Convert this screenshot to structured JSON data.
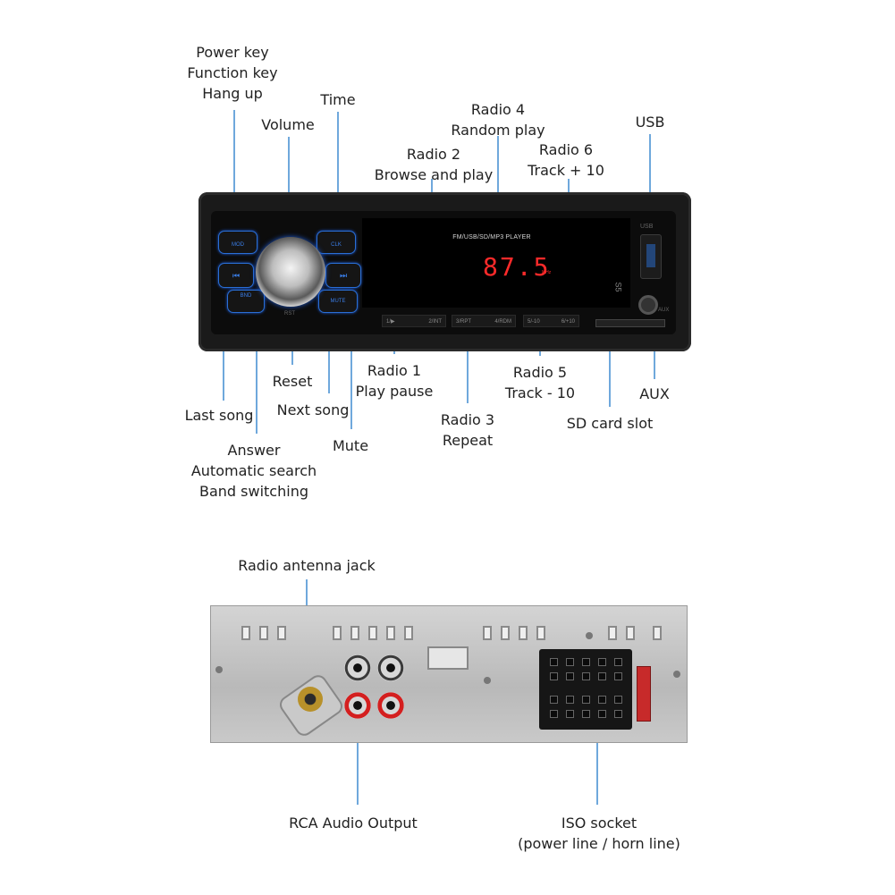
{
  "front_labels": {
    "power": [
      "Power key",
      "Function key",
      "Hang up"
    ],
    "volume": "Volume",
    "time": "Time",
    "radio2": [
      "Radio 2",
      "Browse and play"
    ],
    "radio4": [
      "Radio 4",
      "Random play"
    ],
    "radio6": [
      "Radio 6",
      "Track + 10"
    ],
    "usb": "USB",
    "reset": "Reset",
    "radio1": [
      "Radio 1",
      "Play pause"
    ],
    "radio5": [
      "Radio 5",
      "Track - 10"
    ],
    "aux": "AUX",
    "last_song": "Last song",
    "next_song": "Next song",
    "radio3": [
      "Radio 3",
      "Repeat"
    ],
    "sd_slot": "SD card slot",
    "answer": [
      "Answer",
      "Automatic search",
      "Band switching"
    ],
    "mute": "Mute"
  },
  "device": {
    "display_title": "FM/USB/SD/MP3 PLAYER",
    "frequency": "87.5",
    "freq_unit": "MHz",
    "brand_mark": "S5",
    "btn_mode": "MOD",
    "btn_clk": "CLK",
    "btn_mute": "MUTE",
    "btn_band": "BND",
    "btn_reset": "RST",
    "presets": [
      "1/▶",
      "2/INT",
      "3/RPT",
      "4/RDM",
      "5/-10",
      "6/+10"
    ],
    "usb_tag": "USB",
    "aux_tag": "AUX"
  },
  "rear_labels": {
    "antenna": "Radio antenna jack",
    "rca": "RCA Audio Output",
    "iso": [
      "ISO socket",
      "(power line / horn line)"
    ]
  },
  "colors": {
    "accent_line": "#6fa8dc",
    "button_glow": "#2a6fd6",
    "display_red": "#ff2a2a"
  }
}
